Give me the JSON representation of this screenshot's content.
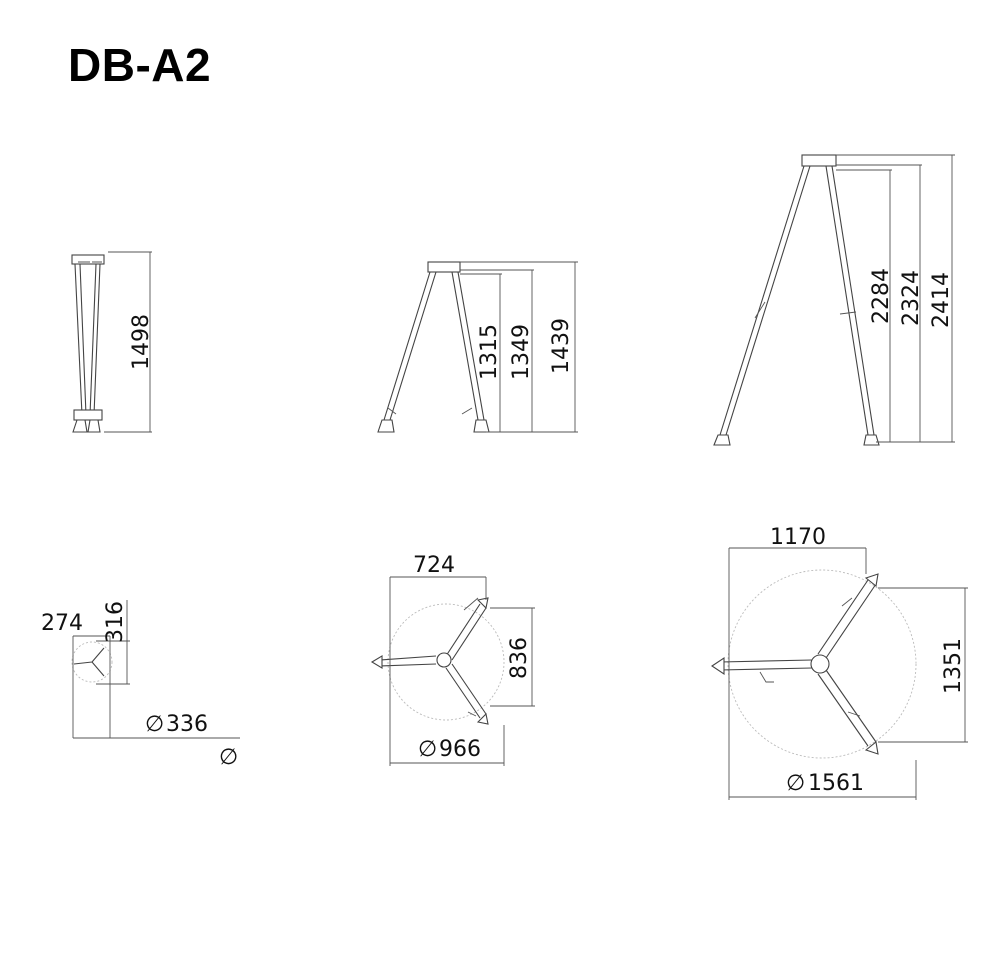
{
  "title": "DB-A2",
  "dimensions": {
    "folded_height": "1498",
    "mid_height_1": "1315",
    "mid_height_2": "1349",
    "mid_height_3": "1439",
    "full_height_1": "2284",
    "full_height_2": "2324",
    "full_height_3": "2414",
    "folded_width": "274",
    "folded_depth": "316",
    "folded_diameter": "336",
    "diameter_symbol": "∅",
    "mid_width": "724",
    "mid_depth": "836",
    "mid_diameter": "966",
    "full_width": "1170",
    "full_depth": "1351",
    "full_diameter": "1561"
  },
  "colors": {
    "line": "#444444",
    "text": "#111111",
    "circle": "#bbbbbb"
  }
}
